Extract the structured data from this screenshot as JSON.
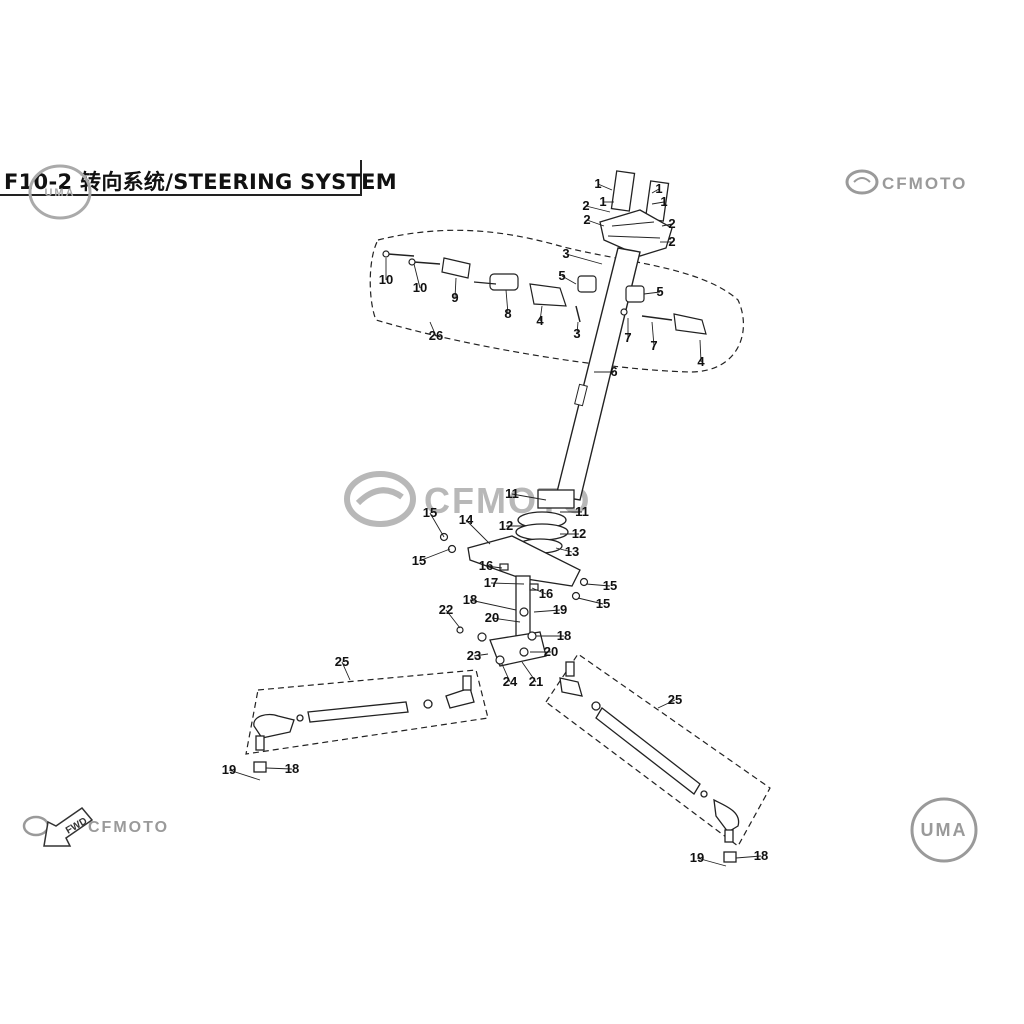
{
  "header": {
    "code": "F10-2",
    "title": "转向系统/STEERING SYSTEM"
  },
  "logos": {
    "cfmoto": "CFMOTO",
    "uma": "UMA",
    "fwd": "FWD"
  },
  "colors": {
    "line": "#222222",
    "watermark": "#b8b8b8",
    "logo_gray": "#9a9a9a"
  },
  "callouts": [
    "1",
    "1",
    "1",
    "1",
    "2",
    "2",
    "2",
    "2",
    "3",
    "3",
    "4",
    "4",
    "5",
    "5",
    "6",
    "7",
    "7",
    "8",
    "9",
    "10",
    "10",
    "11",
    "11",
    "12",
    "12",
    "13",
    "14",
    "15",
    "15",
    "15",
    "15",
    "16",
    "16",
    "17",
    "18",
    "18",
    "18",
    "18",
    "19",
    "19",
    "19",
    "20",
    "20",
    "21",
    "22",
    "23",
    "24",
    "25",
    "25",
    "26"
  ]
}
